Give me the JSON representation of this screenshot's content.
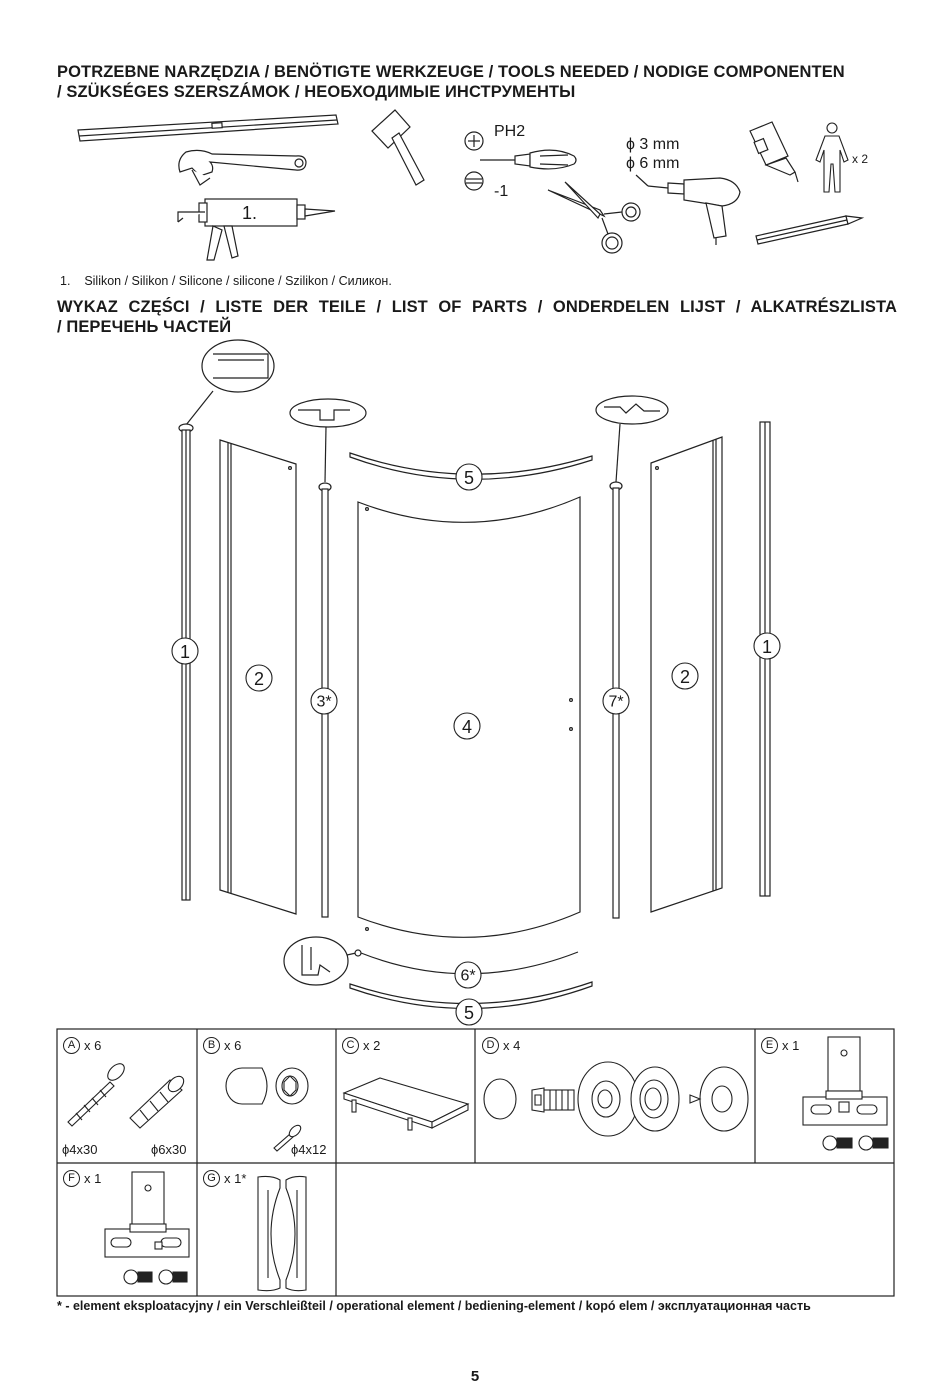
{
  "tools_heading": {
    "line1": "POTRZEBNE NARZĘDZIA / BENÖTIGTE WERKZEUGE / TOOLS NEEDED / NODIGE COMPONENTEN",
    "line2": "/ SZÜKSÉGES SZERSZÁMOK / НЕОБХОДИМЫЕ ИНСТРУМЕНТЫ"
  },
  "tools": {
    "silicone_gun_label": "1.",
    "screwdriver_ph": "PH2",
    "screwdriver_flat": "-1",
    "drill_sizes": [
      "ϕ 3 mm",
      "ϕ 6 mm"
    ],
    "persons": "x 2"
  },
  "silicone_note": "1.    Silikon / Silikon / Silicone / silicone / Szilikon / Силикон.",
  "parts_heading": {
    "line1": "WYKAZ CZĘŚCI / LISTE DER TEILE / LIST OF PARTS / ONDERDELEN LIJST / ALKATRÉSZLISTA",
    "line2": "/ ПЕРЕЧЕНЬ ЧАСТЕЙ"
  },
  "diagram_labels": {
    "p1_left": "1",
    "p2_left": "2",
    "p3": "3*",
    "p4": "4",
    "p5_top": "5",
    "p7": "7*",
    "p2_right": "2",
    "p1_right": "1",
    "p6": "6*",
    "p5_bottom": "5"
  },
  "hardware": {
    "A": {
      "letter": "A",
      "qty": "x 6",
      "dims": [
        "ϕ4x30",
        "ϕ6x30"
      ]
    },
    "B": {
      "letter": "B",
      "qty": "x 6",
      "dims": [
        "ϕ4x12"
      ]
    },
    "C": {
      "letter": "C",
      "qty": "x 2"
    },
    "D": {
      "letter": "D",
      "qty": "x 4"
    },
    "E": {
      "letter": "E",
      "qty": "x 1"
    },
    "F": {
      "letter": "F",
      "qty": "x 1"
    },
    "G": {
      "letter": "G",
      "qty": "x 1*"
    }
  },
  "footnote": "* - element eksploatacyjny / ein Verschleißteil / operational element / bediening-element / kopó elem / эксплуатационная часть",
  "page_number": "5"
}
